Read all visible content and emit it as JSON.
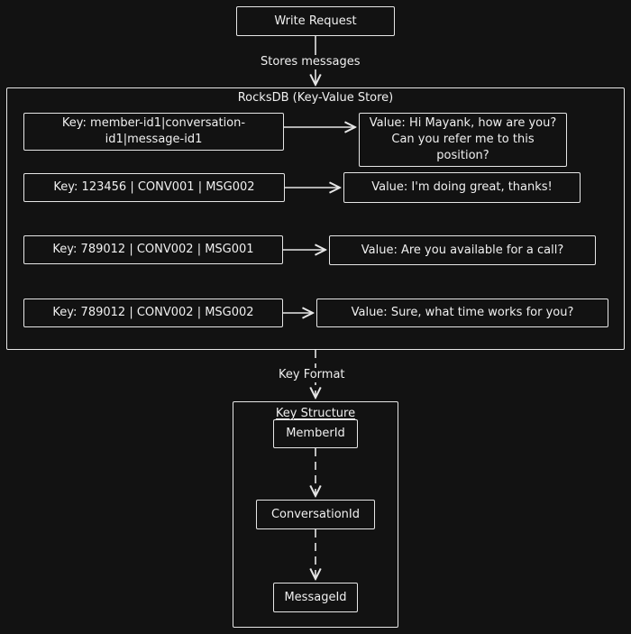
{
  "nodes": {
    "write_request": "Write Request",
    "rocksdb_title": "RocksDB (Key-Value Store)",
    "key_structure_title": "Key Structure",
    "member_id": "MemberId",
    "conversation_id": "ConversationId",
    "message_id": "MessageId"
  },
  "edges": {
    "stores_messages": "Stores messages",
    "key_format": "Key Format"
  },
  "rows": [
    {
      "key": "Key: member-id1|conversation-id1|message-id1",
      "value": "Value: Hi Mayank, how are you? Can you refer me to this position?"
    },
    {
      "key": "Key: 123456 | CONV001 | MSG002",
      "value": "Value: I'm doing great, thanks!"
    },
    {
      "key": "Key: 789012 | CONV002 | MSG001",
      "value": "Value: Are you available for a call?"
    },
    {
      "key": "Key: 789012 | CONV002 | MSG002",
      "value": "Value: Sure, what time works for you?"
    }
  ]
}
